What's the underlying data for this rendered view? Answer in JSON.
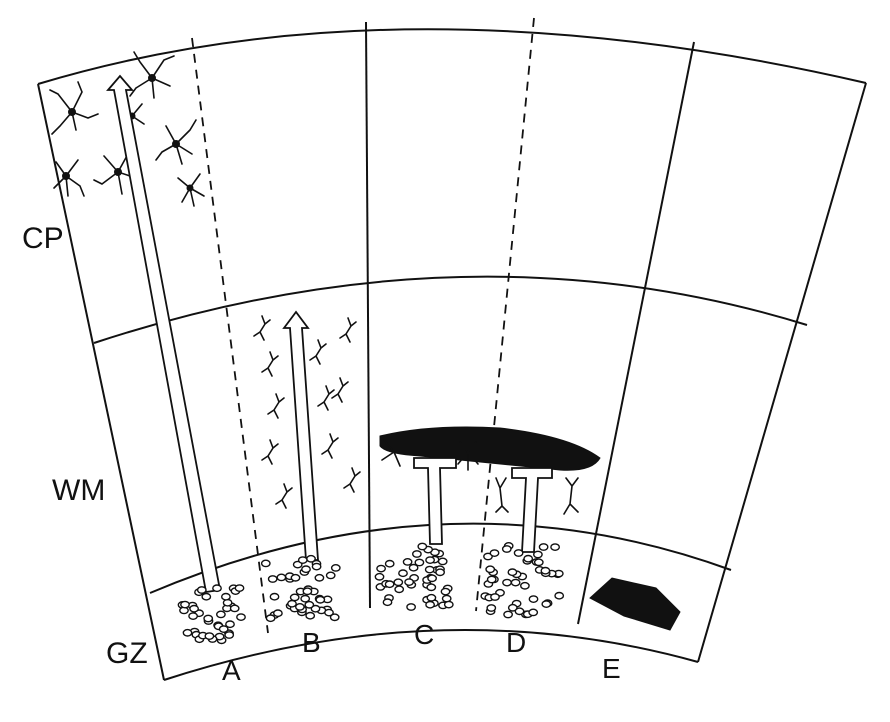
{
  "diagram": {
    "zones": {
      "cortical_plate": "CP",
      "white_matter": "WM",
      "germinal_zone": "GZ"
    },
    "columns": [
      "A",
      "B",
      "C",
      "D",
      "E"
    ],
    "colors": {
      "ink": "#111111",
      "paper": "#ffffff"
    }
  }
}
